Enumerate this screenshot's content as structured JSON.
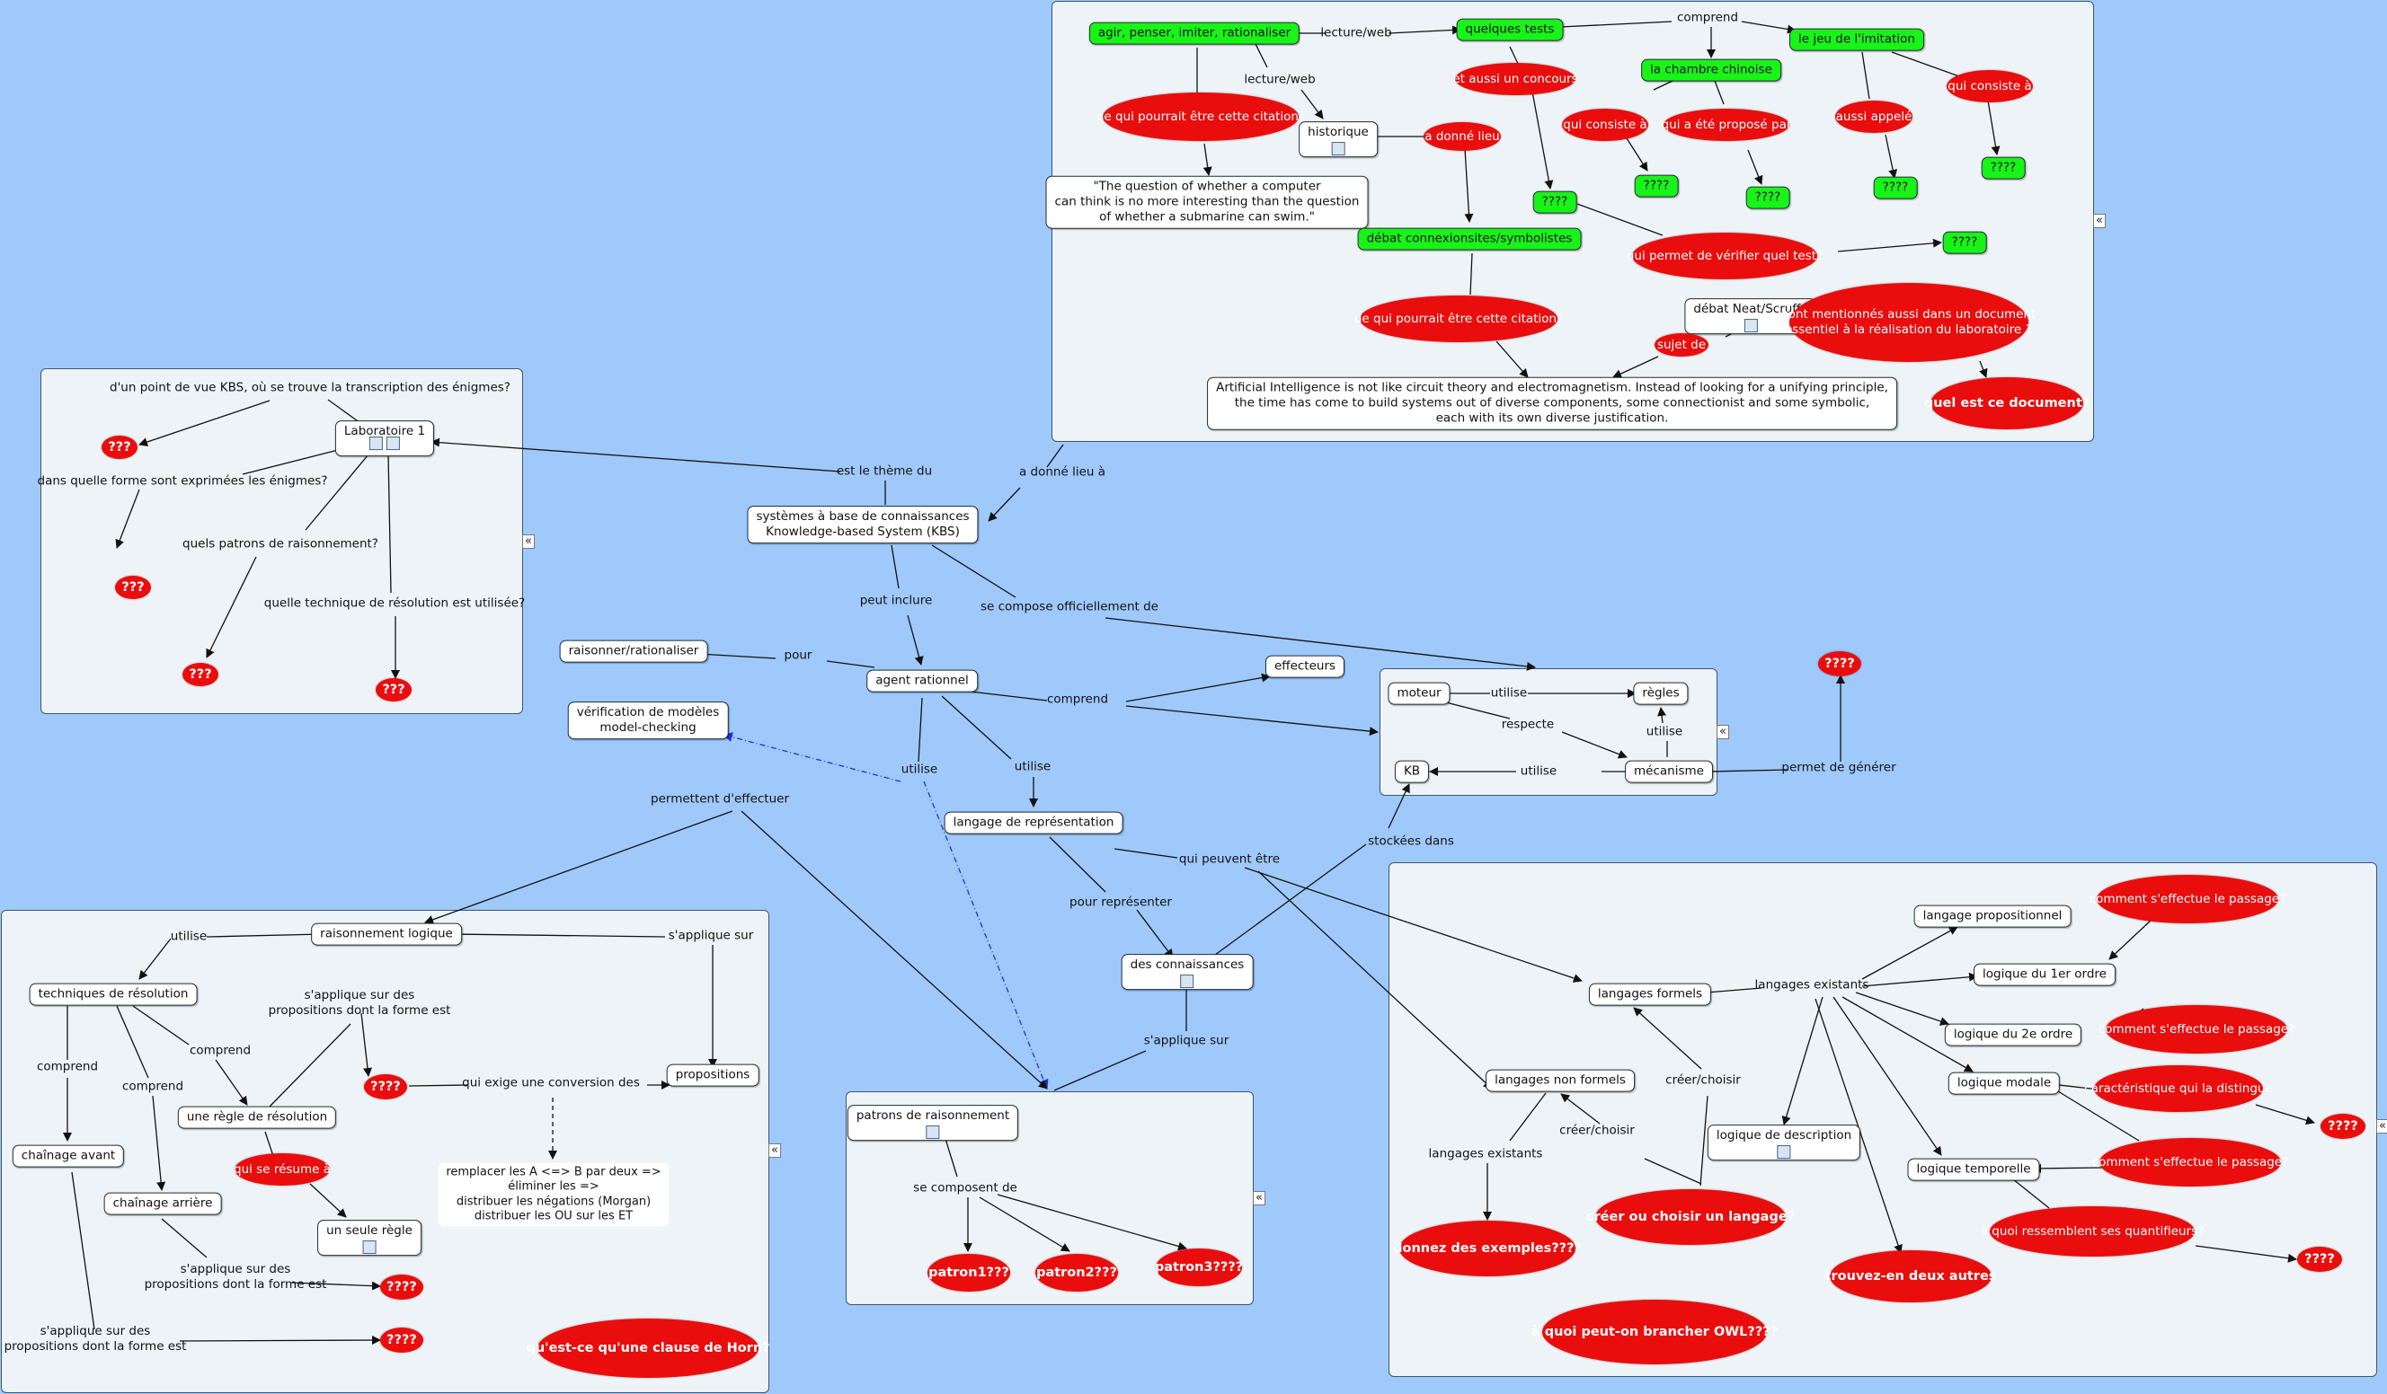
{
  "nodes": {
    "kbs": "systèmes à base de connaissances\nKnowledge-based System (KBS)",
    "lab1": "Laboratoire 1",
    "agent": "agent rationnel",
    "raisonner": "raisonner/rationaliser",
    "verif": "vérification de modèles\nmodel-checking",
    "effecteurs": "effecteurs",
    "moteur": "moteur",
    "regles": "règles",
    "kb": "KB",
    "mecanisme": "mécanisme",
    "langrep": "langage de représentation",
    "connaissances": "des connaissances",
    "patrons": "patrons de raisonnement",
    "raisonnement": "raisonnement logique",
    "techniques": "techniques de résolution",
    "regle_res": "une règle de résolution",
    "chainage_av": "chaînage avant",
    "chainage_ar": "chaînage arrière",
    "seule_regle": "un seule règle",
    "propositions": "propositions",
    "remplacer": "remplacer les A <=> B par deux =>\néliminer les =>\ndistribuer les négations (Morgan)\ndistribuer les OU sur les ET",
    "agir": "agir, penser, imiter, rationaliser",
    "quelques_tests": "quelques tests",
    "jeu": "le jeu de l'imitation",
    "chambre": "la chambre chinoise",
    "historique": "historique",
    "quote": "\"The question of whether a computer\ncan think is no more interesting than the question\nof whether a submarine can swim.\"",
    "debat_conn": "débat connexionsites/symbolistes",
    "debat_neat": "débat Neat/Scruffy",
    "ai_quote": "Artificial Intelligence is not like circuit theory and electromagnetism. Instead of looking for a unifying principle,\nthe time has come to build systems out of diverse components, some connectionist and some symbolic,\neach with its own diverse justification.",
    "g_q1": "????",
    "g_q2": "????",
    "g_q3": "????",
    "g_q4": "????",
    "g_q5": "????",
    "g_q6": "????",
    "lang_formels": "langages formels",
    "lang_nonformels": "langages non formels",
    "lang_prop": "langage propositionnel",
    "logique1": "logique du 1er ordre",
    "logique2": "logique du 2e ordre",
    "logique_modale": "logique modale",
    "logique_desc": "logique de description",
    "logique_temp": "logique temporelle"
  },
  "ovals": {
    "lab_q1": "???",
    "lab_q2": "???",
    "lab_q3": "???",
    "lab_q4": "???",
    "qui_resume": "qui se résume à",
    "res_q1": "????",
    "res_q2": "????",
    "res_q3": "????",
    "horn": "qu'est-ce qu'une clause de Horn?",
    "patron1": "patron1???",
    "patron2": "patron2???",
    "patron3": "patron3????",
    "generer": "????",
    "citation1": "de qui pourrait être cette citation?",
    "concours": "et aussi un concours",
    "consiste1": "qui consiste à",
    "propose": "qui a été proposé par",
    "appele": "aussi appelé",
    "consiste2": "qui consiste à",
    "donne_lieu": "a donné lieu",
    "verifier": "qui permet de vérifier quel test?",
    "citation2": "de qui pourrait être cette citation?",
    "sujet": "sujet de",
    "mentionnes": "sont mentionnés aussi dans un document\nessentiel à la réalisation du laboratoire 1",
    "document": "quel est ce document?",
    "passage1": "comment s'effectue le passage?",
    "passage2": "comment s'effectue le passage?",
    "distingue": "caractéristique qui la distingue",
    "passage3": "comment s'effectue le passage?",
    "quantif": "à quoi ressemblent ses quantifieurs?",
    "mod_q": "????",
    "temp_q": "????",
    "exemples": "donnez des exemples????",
    "creer": "créer ou choisir un langage?",
    "deux_autres": "trouvez-en deux autres",
    "owl": "à quoi peut-on brancher OWL????"
  },
  "labels": {
    "lab_q_transcription": "d'un point de vue KBS, où se trouve la transcription des énigmes?",
    "lab_q_forme": "dans quelle forme sont exprimées les énigmes?",
    "lab_q_patrons": "quels patrons de raisonnement?",
    "lab_q_technique": "quelle technique de résolution est utilisée?",
    "est_theme": "est le thème du",
    "donne_lieu_a": "a donné lieu à",
    "peut_inclure": "peut inclure",
    "compose": "se compose officiellement de",
    "pour": "pour",
    "comprend_agent": "comprend",
    "utilise_left": "utilise",
    "utilise_agent": "utilise",
    "utilise_moteur": "utilise",
    "respecte": "respecte",
    "utilise_meca": "utilise",
    "utilise_kb": "utilise",
    "permet_generer": "permet de générer",
    "stockees": "stockées dans",
    "qui_peuvent": "qui peuvent être",
    "pour_representer": "pour représenter",
    "s_applique_sur": "s'applique sur",
    "se_composent": "se composent de",
    "permettent": "permettent d'effectuer",
    "utilise_raison": "utilise",
    "s_applique_raison": "s'applique sur",
    "comprend1": "comprend",
    "comprend2": "comprend",
    "comprend3": "comprend",
    "s_applique_prop": "s'applique sur des\npropositions dont la forme est",
    "conversion": "qui exige une conversion des",
    "s_applique_ar": "s'applique sur des\npropositions dont la forme est",
    "s_applique_av": "s'applique sur des\npropositions dont la forme est",
    "lecture_web1": "lecture/web",
    "lecture_web2": "lecture/web",
    "comprend_tests": "comprend",
    "langages_existants": "langages existants",
    "langages_existants2": "langages existants",
    "creer_choisir1": "créer/choisir",
    "creer_choisir2": "créer/choisir"
  },
  "colors": {
    "background": "#9fc9fb",
    "group": "#edf3f6",
    "green_node": "#18f318",
    "red_oval": "#ea0d0d",
    "dashed_link": "#1f2fe0"
  }
}
